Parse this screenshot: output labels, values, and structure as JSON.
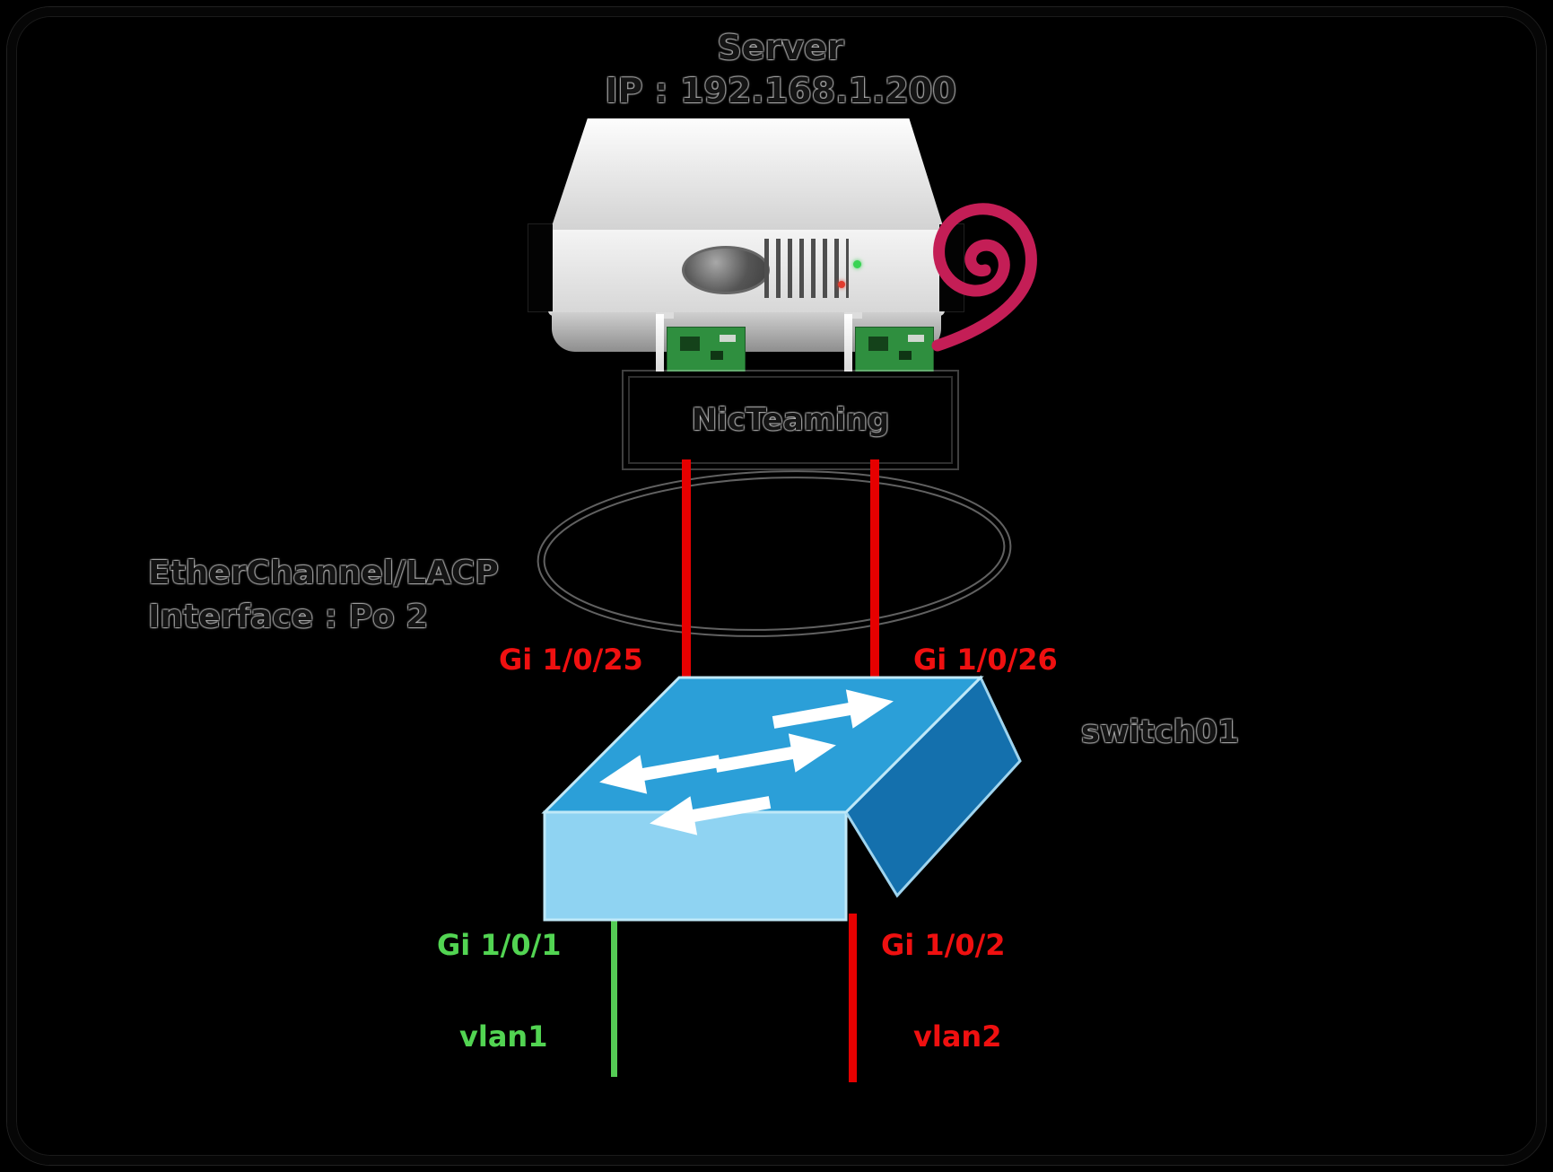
{
  "diagram": {
    "server": {
      "title": "Server",
      "ip_line": "IP : 192.168.1.200"
    },
    "nic_teaming": {
      "label": "NicTeaming"
    },
    "etherchannel": {
      "title": "EtherChannel/LACP",
      "subtitle": "Interface : Po 2"
    },
    "uplinks": {
      "left_port": "Gi 1/0/25",
      "right_port": "Gi 1/0/26"
    },
    "switch": {
      "name": "switch01"
    },
    "access": {
      "left_port": "Gi 1/0/1",
      "left_vlan": "vlan1",
      "right_port": "Gi 1/0/2",
      "right_vlan": "vlan2"
    }
  },
  "colors": {
    "background": "#000000",
    "link_red": "#e60000",
    "label_red": "#ef1010",
    "label_green": "#52d452",
    "access_green_line": "#55cc55",
    "switch_top": "#2b9fd8",
    "switch_front": "#8fd3f2",
    "switch_side": "#1470ad",
    "switch_edge": "#bfe8f8",
    "arrow_white": "#ffffff",
    "debian_swirl": "#c41e56",
    "nic_pcb_green": "#2f8f3f"
  },
  "icons": {
    "server": "rack-server-icon",
    "nic": "network-card-icon",
    "debian": "debian-swirl-icon",
    "switch": "network-switch-3d-icon",
    "arrows": "switching-arrows-icon"
  }
}
